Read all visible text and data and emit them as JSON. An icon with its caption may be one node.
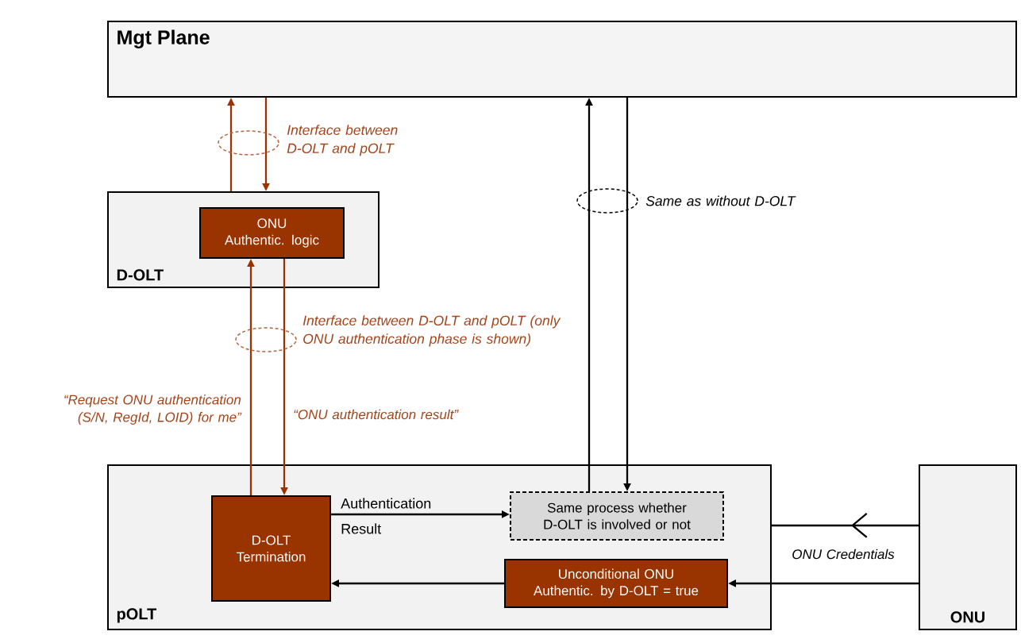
{
  "diagram": {
    "nodes": [
      {
        "text": [
          "Mgt Plane"
        ]
      },
      {
        "text": [
          "D-OLT"
        ]
      },
      {
        "text": [
          "ONU Authentic. logic"
        ],
        "in": 1
      },
      {
        "text": [
          "pOLT"
        ]
      },
      {
        "text": [
          "D-OLT Termination"
        ],
        "in": 3
      },
      {
        "text": [
          "Same process whether D-OLT is involved or not"
        ],
        "in": 3
      },
      {
        "text": [
          "Unconditional ONU Authentic. by D-OLT = true"
        ],
        "in": 3
      },
      {
        "text": [
          "ONU"
        ]
      }
    ],
    "edges": [
      {
        "from": 1,
        "to": 0,
        "arrow": "to",
        "color": "#993300"
      },
      {
        "from": 0,
        "to": 1,
        "arrow": "to",
        "color": "#993300"
      },
      {
        "from": 4,
        "to": 2,
        "arrow": "to",
        "color": "#993300",
        "label": "“Request ONU authentication (S/N, RegId, LOID) for me”"
      },
      {
        "from": 2,
        "to": 4,
        "arrow": "to",
        "color": "#993300",
        "label": "“ONU authentication result”"
      },
      {
        "from": 5,
        "to": 0,
        "arrow": "to"
      },
      {
        "from": 0,
        "to": 5,
        "arrow": "to"
      },
      {
        "from": 4,
        "to": 5,
        "arrow": "to",
        "label": "Authentication Result"
      },
      {
        "from": 6,
        "to": 4,
        "arrow": "to"
      },
      {
        "from": 7,
        "to": 3,
        "arrow": "to",
        "label": "ONU Credentials"
      },
      {
        "from": 7,
        "to": 6,
        "arrow": "to"
      }
    ],
    "labels": [
      "Interface between D-OLT and pOLT",
      "Same as without D-OLT",
      "Interface between D-OLT and pOLT  (only ONU authentication phase is shown)"
    ]
  }
}
